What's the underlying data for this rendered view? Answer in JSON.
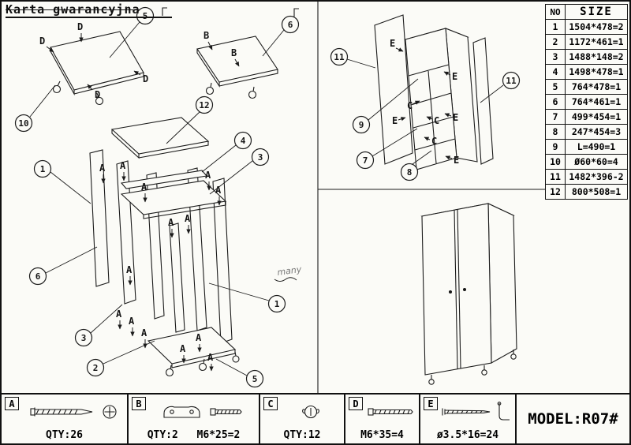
{
  "title": "Karta gwarancyjna",
  "size_table": {
    "col_no": "NO",
    "col_size": "SIZE",
    "rows": [
      {
        "no": "1",
        "size": "1504*478=2"
      },
      {
        "no": "2",
        "size": "1172*461=1"
      },
      {
        "no": "3",
        "size": "1488*148=2"
      },
      {
        "no": "4",
        "size": "1498*478=1"
      },
      {
        "no": "5",
        "size": "764*478=1"
      },
      {
        "no": "6",
        "size": "764*461=1"
      },
      {
        "no": "7",
        "size": "499*454=1"
      },
      {
        "no": "8",
        "size": "247*454=3"
      },
      {
        "no": "9",
        "size": "L=490=1"
      },
      {
        "no": "10",
        "size": "Ø60*60=4"
      },
      {
        "no": "11",
        "size": "1482*396-2"
      },
      {
        "no": "12",
        "size": "800*508=1"
      }
    ]
  },
  "labels": {
    "n1": "1",
    "n2": "2",
    "n3": "3",
    "n4": "4",
    "n5": "5",
    "n6": "6",
    "n7": "7",
    "n8": "8",
    "n9": "9",
    "n10": "10",
    "n11": "11",
    "n12": "12",
    "a": "A",
    "b": "B",
    "c": "C",
    "d": "D",
    "e": "E"
  },
  "scribble": "many",
  "hardware": {
    "a": {
      "letter": "A",
      "qty": "QTY:26"
    },
    "b": {
      "letter": "B",
      "qty": "QTY:2",
      "spec": "M6*25=2"
    },
    "c": {
      "letter": "C",
      "qty": "QTY:12"
    },
    "d": {
      "letter": "D",
      "spec": "M6*35=4"
    },
    "e": {
      "letter": "E",
      "spec": "ø3.5*16=24"
    }
  },
  "model": "MODEL:R07#"
}
